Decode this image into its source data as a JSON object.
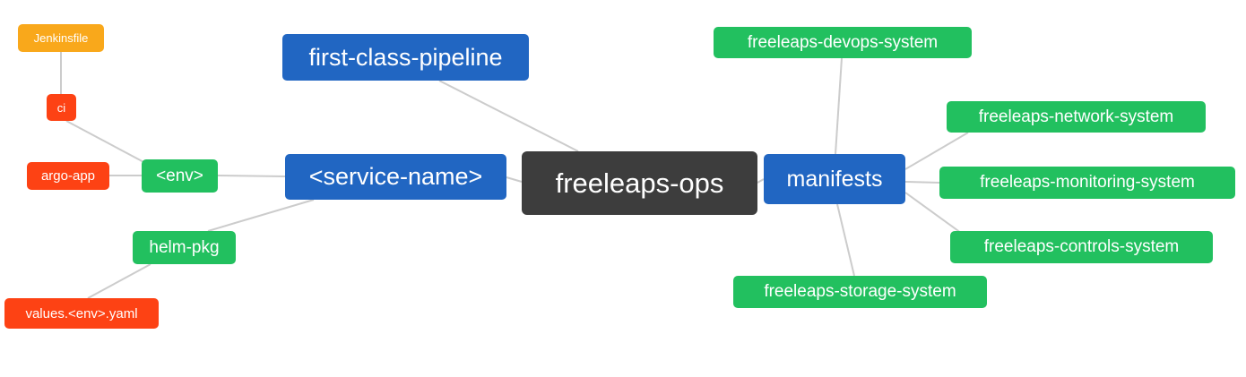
{
  "diagram": {
    "type": "mindmap",
    "edge_color": "#cccccc",
    "colors": {
      "root": "#3d3d3d",
      "branch_blue": "#2166c2",
      "leaf_green": "#22c05f",
      "leaf_red": "#fd4214",
      "leaf_orange": "#f9a81b"
    },
    "nodes": {
      "root": {
        "label": "freeleaps-ops",
        "color": "#3d3d3d"
      },
      "first_class_pipeline": {
        "label": "first-class-pipeline",
        "color": "#2166c2"
      },
      "service_name": {
        "label": "<service-name>",
        "color": "#2166c2"
      },
      "manifests": {
        "label": "manifests",
        "color": "#2166c2"
      },
      "env": {
        "label": "<env>",
        "color": "#22c05f"
      },
      "helm_pkg": {
        "label": "helm-pkg",
        "color": "#22c05f"
      },
      "ci": {
        "label": "ci",
        "color": "#fd4214"
      },
      "argo_app": {
        "label": "argo-app",
        "color": "#fd4214"
      },
      "jenkinsfile": {
        "label": "Jenkinsfile",
        "color": "#f9a81b"
      },
      "values_env_yaml": {
        "label": "values.<env>.yaml",
        "color": "#fd4214"
      },
      "devops_system": {
        "label": "freeleaps-devops-system",
        "color": "#22c05f"
      },
      "network_system": {
        "label": "freeleaps-network-system",
        "color": "#22c05f"
      },
      "monitoring_system": {
        "label": "freeleaps-monitoring-system",
        "color": "#22c05f"
      },
      "controls_system": {
        "label": "freeleaps-controls-system",
        "color": "#22c05f"
      },
      "storage_system": {
        "label": "freeleaps-storage-system",
        "color": "#22c05f"
      }
    },
    "edges": [
      [
        "jenkinsfile",
        "ci"
      ],
      [
        "ci",
        "env"
      ],
      [
        "argo_app",
        "env"
      ],
      [
        "env",
        "service_name"
      ],
      [
        "helm_pkg",
        "service_name"
      ],
      [
        "values_env_yaml",
        "helm_pkg"
      ],
      [
        "first_class_pipeline",
        "root"
      ],
      [
        "service_name",
        "root"
      ],
      [
        "root",
        "manifests"
      ],
      [
        "manifests",
        "devops_system"
      ],
      [
        "manifests",
        "network_system"
      ],
      [
        "manifests",
        "monitoring_system"
      ],
      [
        "manifests",
        "controls_system"
      ],
      [
        "manifests",
        "storage_system"
      ]
    ]
  }
}
